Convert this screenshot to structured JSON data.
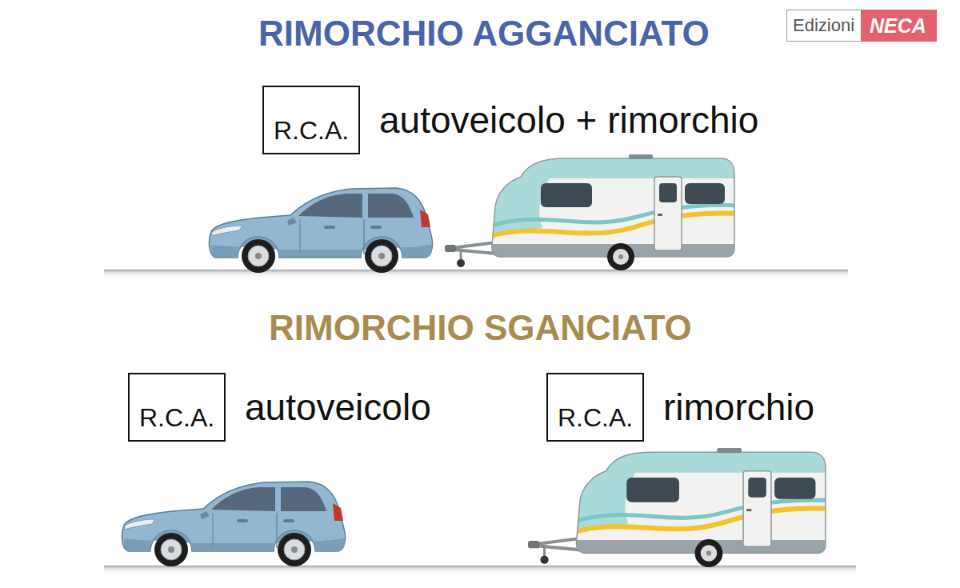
{
  "diagram": {
    "title": "RIMORCHIO AGGANCIATO",
    "nodes": [
      {
        "text": [
          "Edizioni",
          "NECA"
        ]
      },
      {
        "text": [
          "R.C.A.",
          "autoveicolo + rimorchio"
        ]
      },
      {
        "text": [
          "R.C.A.",
          "autoveicolo"
        ]
      },
      {
        "text": [
          "R.C.A.",
          "rimorchio"
        ]
      }
    ],
    "labels": [
      "RIMORCHIO SGANCIATO"
    ]
  }
}
